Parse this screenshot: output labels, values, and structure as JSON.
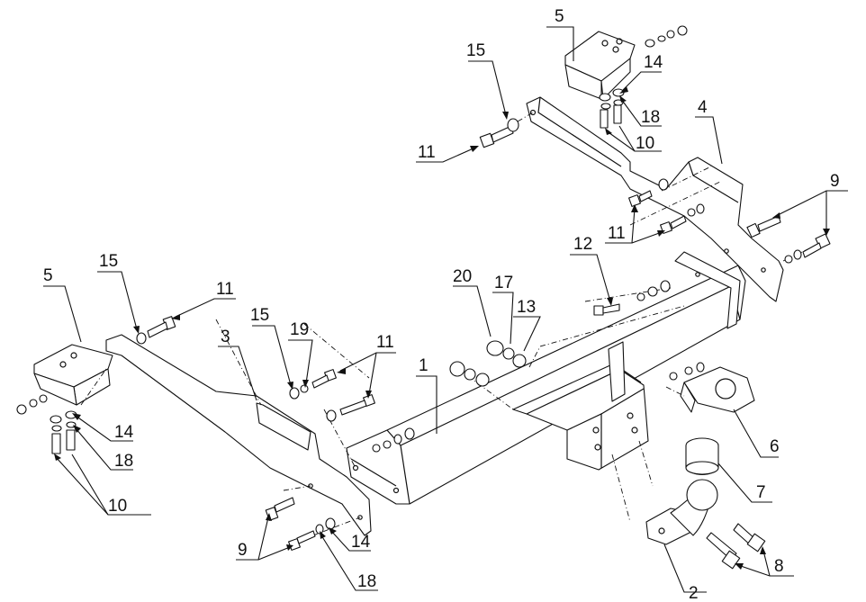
{
  "labels": {
    "l1": "1",
    "l2": "2",
    "l3": "3",
    "l4": "4",
    "l5a": "5",
    "l5b": "5",
    "l6": "6",
    "l7": "7",
    "l8": "8",
    "l9a": "9",
    "l9b": "9",
    "l10a": "10",
    "l10b": "10",
    "l11a": "11",
    "l11b": "11",
    "l11c": "11",
    "l11d": "11",
    "l12": "12",
    "l13": "13",
    "l14a": "14",
    "l14b": "14",
    "l14c": "14",
    "l15a": "15",
    "l15b": "15",
    "l15c": "15",
    "l17": "17",
    "l18a": "18",
    "l18b": "18",
    "l18c": "18",
    "l19": "19",
    "l20": "20"
  }
}
